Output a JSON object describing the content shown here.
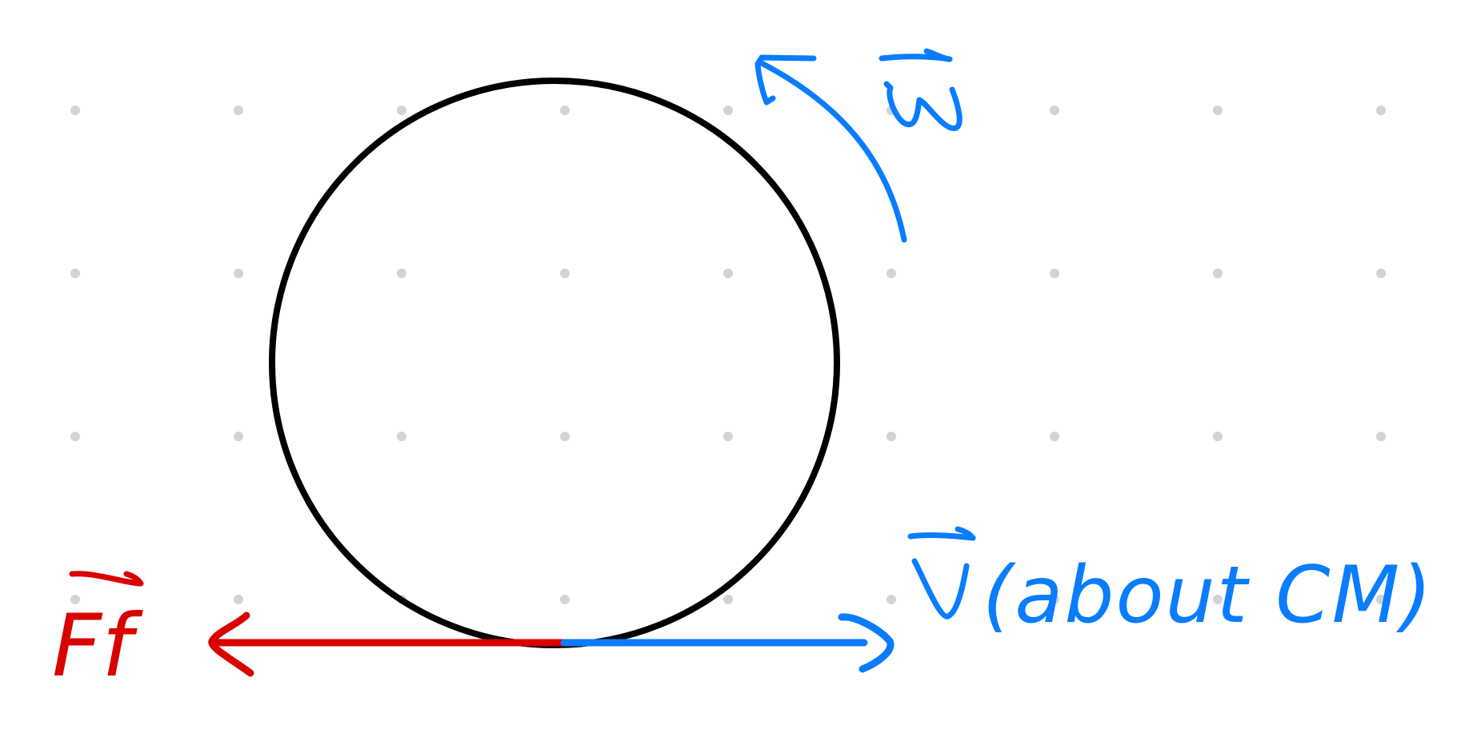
{
  "diagram": {
    "labels": {
      "omega": "ω",
      "velocity": "V",
      "velocity_note": "(about CM)",
      "friction": "Ff"
    },
    "colors": {
      "background": "#ffffff",
      "grid_dot": "#d3d3d3",
      "circle": "#000000",
      "blue": "#0a7cff",
      "red": "#d90000"
    }
  }
}
